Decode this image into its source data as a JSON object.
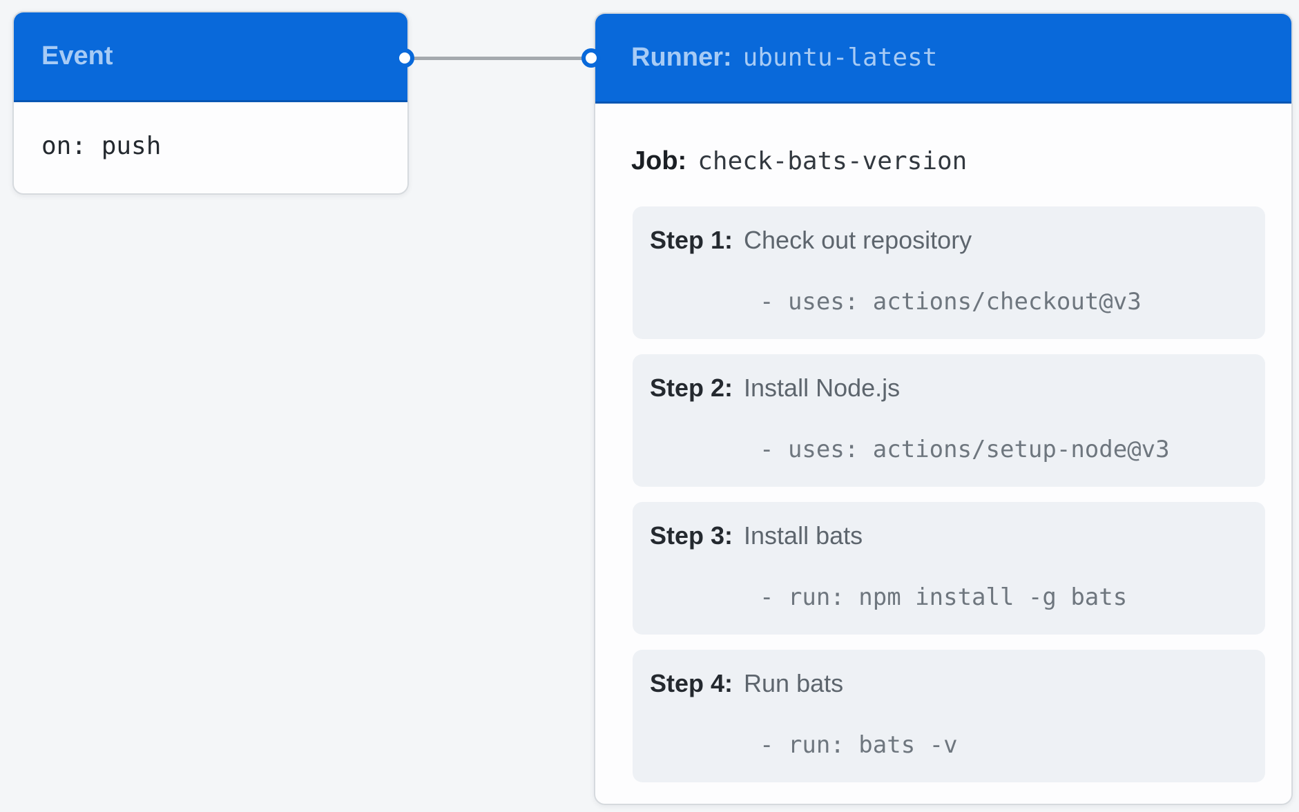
{
  "diagram": {
    "kind": "github-actions-workflow",
    "colors": {
      "accent_blue": "#0969da",
      "header_text_blue": "#a7cbf5",
      "connector_gray": "#a4a9ae",
      "dark_text": "#1b1f24",
      "muted_text": "#5d656d",
      "code_text": "#6e767e",
      "step_bg": "#eef1f5",
      "card_bg": "#fdfdfe",
      "canvas_bg": "#f4f6f8"
    },
    "event_card": {
      "header_title": "Event",
      "body_code": "on: push"
    },
    "runner_card": {
      "header_label": "Runner:",
      "header_value": "ubuntu-latest",
      "job_label": "Job:",
      "job_value": "check-bats-version",
      "steps": [
        {
          "label": "Step 1:",
          "title": "Check out repository",
          "code": "- uses: actions/checkout@v3"
        },
        {
          "label": "Step 2:",
          "title": "Install Node.js",
          "code": "- uses: actions/setup-node@v3"
        },
        {
          "label": "Step 3:",
          "title": "Install bats",
          "code": "- run: npm install -g bats"
        },
        {
          "label": "Step 4:",
          "title": "Run bats",
          "code": "- run: bats -v"
        }
      ]
    }
  }
}
